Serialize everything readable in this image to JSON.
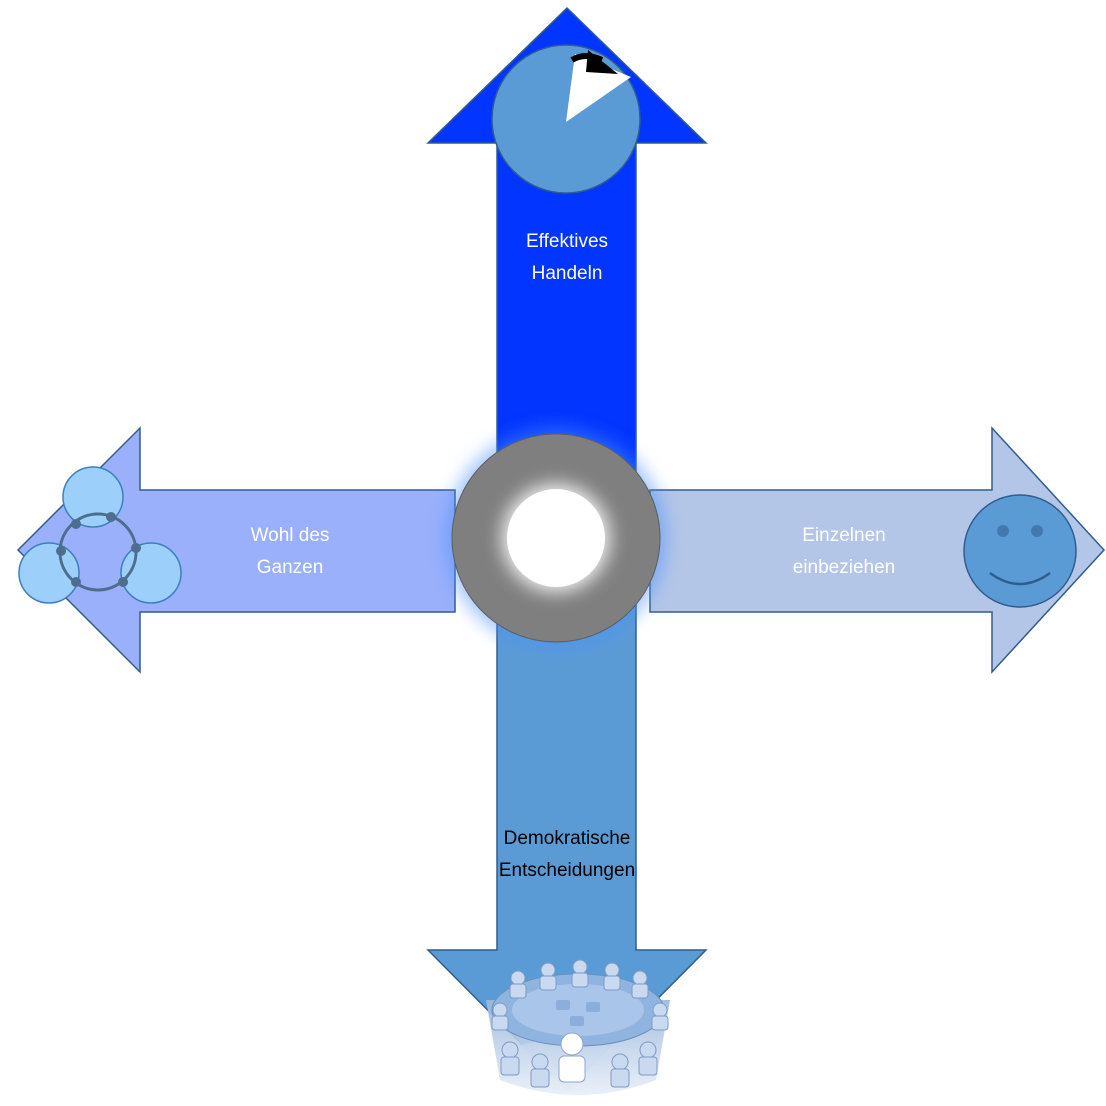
{
  "diagram": {
    "arrows": {
      "top": {
        "line1": "Effektives",
        "line2": "Handeln",
        "color": "#0235FF",
        "text_color": "#ffffff",
        "icon": "stopwatch-icon"
      },
      "left": {
        "line1": "Wohl des",
        "line2": "Ganzen",
        "color": "#9AB0FB",
        "text_color": "#ffffff",
        "icon": "linked-circles-icon"
      },
      "right": {
        "line1": "Einzelnen",
        "line2": "einbeziehen",
        "color": "#B4C6E7",
        "text_color": "#ffffff",
        "icon": "smiley-icon"
      },
      "bottom": {
        "line1": "Demokratische",
        "line2": "Entscheidungen",
        "color": "#5B9BD5",
        "text_color": "#000000",
        "icon": "round-table-meeting-icon"
      }
    },
    "center": {
      "ring_color": "#7F7F7F",
      "glow_color": "#4A90FF",
      "icon": "center-ring-icon"
    },
    "outline_color": "#2F5E8E"
  }
}
